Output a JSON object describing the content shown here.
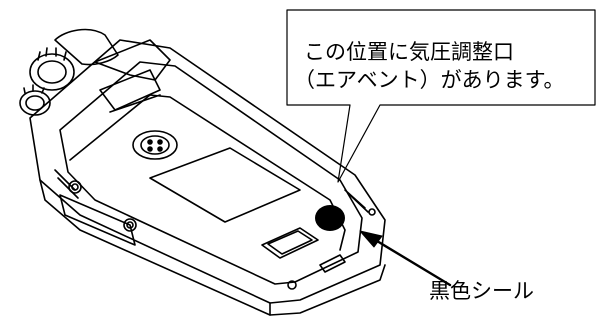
{
  "callout": {
    "line1": "この位置に気圧調整口",
    "line2": "（エアベント）があります。"
  },
  "label": {
    "seal": "黒色シール"
  },
  "colors": {
    "line": "#000000",
    "seal": "#000000",
    "background": "#ffffff"
  }
}
